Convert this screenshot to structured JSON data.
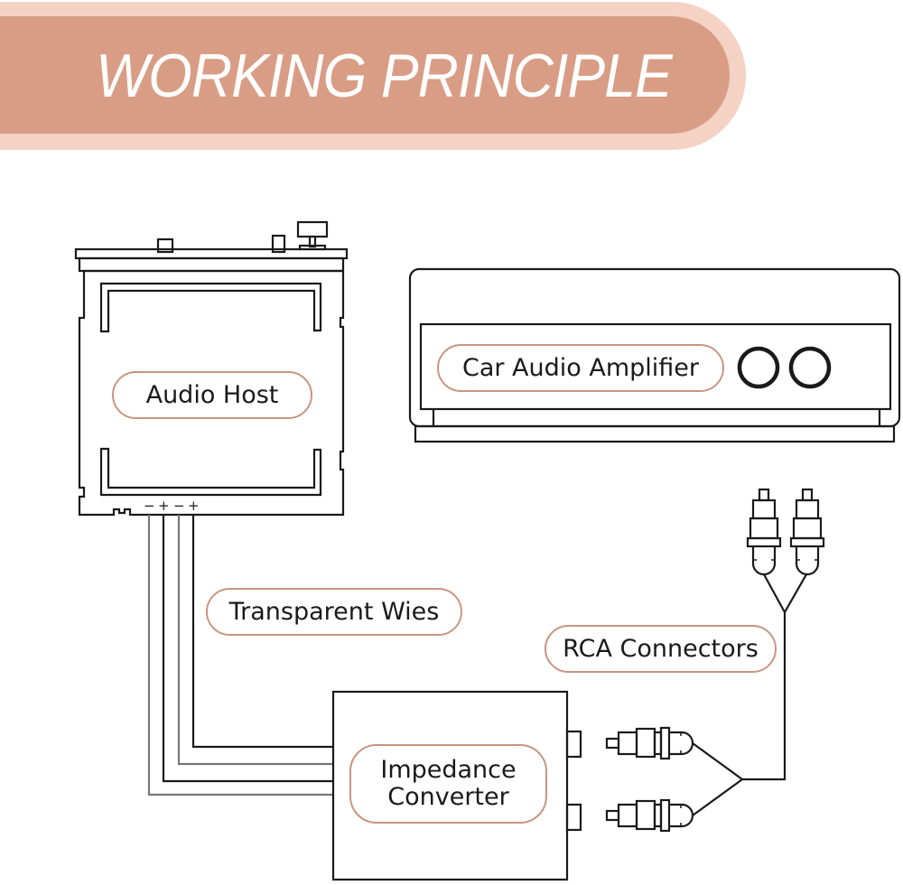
{
  "banner": {
    "title": "WORKING PRINCIPLE",
    "colors": {
      "fill": "#d99d86",
      "rim": "#f4d2c4",
      "text": "#ffffff"
    }
  },
  "components": {
    "audio_host": {
      "label": "Audio Host",
      "terminal_polarities": [
        "−",
        "+",
        "−",
        "+"
      ]
    },
    "amplifier": {
      "label": "Car Audio Amplifier",
      "input_jacks": 2
    },
    "wires": {
      "label": "Transparent Wies",
      "count": 4
    },
    "rca": {
      "label": "RCA Connectors",
      "plug_count": 2
    },
    "converter": {
      "label_line1": "Impedance",
      "label_line2": "Converter",
      "output_ports": 2
    }
  },
  "colors": {
    "label_border": "#c99580",
    "line": "#1a1a1a",
    "wire_gray": "#777777"
  }
}
